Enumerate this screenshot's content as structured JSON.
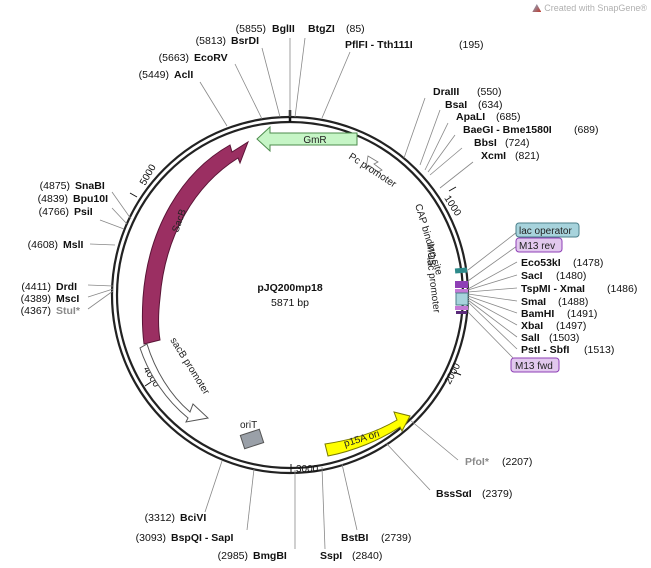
{
  "plasmid": {
    "name": "pJQ200mp18",
    "size": "5871 bp"
  },
  "watermark": "Created with SnapGene®",
  "ticks": [
    "1000",
    "2000",
    "3000",
    "4000",
    "5000"
  ],
  "sites": [
    {
      "name": "BglII",
      "pos": "(5855)"
    },
    {
      "name": "BtgZI",
      "pos": "(85)"
    },
    {
      "name": "BsrDI",
      "pos": "(5813)"
    },
    {
      "name": "PflFI - Tth111I",
      "pos": "(195)"
    },
    {
      "name": "EcoRV",
      "pos": "(5663)"
    },
    {
      "name": "AclI",
      "pos": "(5449)"
    },
    {
      "name": "DraIII",
      "pos": "(550)"
    },
    {
      "name": "BsaI",
      "pos": "(634)"
    },
    {
      "name": "ApaLI",
      "pos": "(685)"
    },
    {
      "name": "BaeGI - Bme1580I",
      "pos": "(689)"
    },
    {
      "name": "BbsI",
      "pos": "(724)"
    },
    {
      "name": "XcmI",
      "pos": "(821)"
    },
    {
      "name": "SnaBI",
      "pos": "(4875)"
    },
    {
      "name": "Bpu10I",
      "pos": "(4839)"
    },
    {
      "name": "PsiI",
      "pos": "(4766)"
    },
    {
      "name": "MslI",
      "pos": "(4608)"
    },
    {
      "name": "DrdI",
      "pos": "(4411)"
    },
    {
      "name": "MscI",
      "pos": "(4389)"
    },
    {
      "name": "StuI*",
      "pos": "(4367)"
    },
    {
      "name": "Eco53kI",
      "pos": "(1478)"
    },
    {
      "name": "SacI",
      "pos": "(1480)"
    },
    {
      "name": "TspMI - XmaI",
      "pos": "(1486)"
    },
    {
      "name": "SmaI",
      "pos": "(1488)"
    },
    {
      "name": "BamHI",
      "pos": "(1491)"
    },
    {
      "name": "XbaI",
      "pos": "(1497)"
    },
    {
      "name": "SalI",
      "pos": "(1503)"
    },
    {
      "name": "PstI - SbfI",
      "pos": "(1513)"
    },
    {
      "name": "PfoI*",
      "pos": "(2207)"
    },
    {
      "name": "BssSαI",
      "pos": "(2379)"
    },
    {
      "name": "BciVI",
      "pos": "(3312)"
    },
    {
      "name": "BspQI - SapI",
      "pos": "(3093)"
    },
    {
      "name": "BstBI",
      "pos": "(2739)"
    },
    {
      "name": "BmgBI",
      "pos": "(2985)"
    },
    {
      "name": "SspI",
      "pos": "(2840)"
    }
  ],
  "features": {
    "gmr": "GmR",
    "pc_promoter": "Pc promoter",
    "sacb": "SacB",
    "sacb_promoter": "sacB promoter",
    "orit": "oriT",
    "p15a": "p15A ori",
    "cap": "CAP binding site",
    "lac_promoter": "lac promoter",
    "mcs": "MCS",
    "lac_operator": "lac operator",
    "m13_rev": "M13 rev",
    "m13_fwd": "M13 fwd"
  },
  "colors": {
    "gmr": "#c6f5c6",
    "sacb": "#9b2f62",
    "p15a": "#ffff00",
    "orit": "#9aa0a8",
    "lac_operator": "#a7d3dc",
    "m13_primer": "#e2c8ee"
  }
}
